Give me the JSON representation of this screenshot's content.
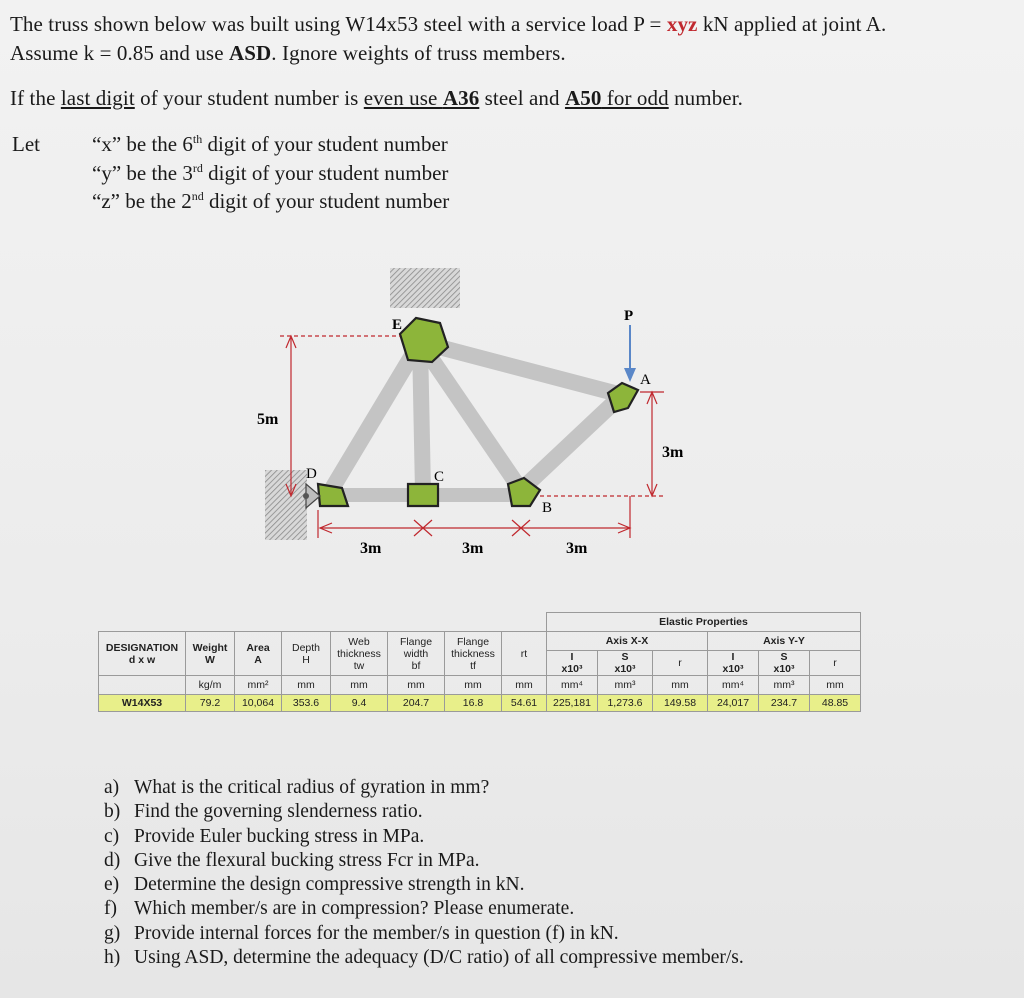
{
  "problem": {
    "line1_a": "The truss shown below was built using W14x53 steel with a service load P = ",
    "line1_xyz": "xyz",
    "line1_b": " kN applied at joint A.",
    "line2_a": "Assume k = 0.85 and use ",
    "line2_asd": "ASD",
    "line2_b": ". Ignore weights of truss members.",
    "line3_a": "If the ",
    "line3_last_digit": "last digit",
    "line3_b": " of your student number is ",
    "line3_even": "even use ",
    "line3_a36": "A36",
    "line3_c": " steel and ",
    "line3_a50": "A50",
    "line3_odd": " for odd",
    "line3_d": " number.",
    "let_label": "Let",
    "let_x": "“x” be the 6th digit of your student number",
    "let_x_pre": "“x” be the 6",
    "let_x_sup": "th",
    "let_x_post": " digit of your student number",
    "let_y_pre": "“y” be the 3",
    "let_y_sup": "rd",
    "let_y_post": " digit of your student number",
    "let_z_pre": "“z” be the 2",
    "let_z_sup": "nd",
    "let_z_post": " digit of your student number"
  },
  "truss": {
    "joints": {
      "a": "A",
      "b": "B",
      "c": "C",
      "d": "D",
      "e": "E"
    },
    "load_label": "P",
    "dim_height_left": "5m",
    "dim_height_right": "3m",
    "spans": [
      "3m",
      "3m",
      "3m"
    ],
    "colors": {
      "gusset": "#8db53a",
      "member": "#c8c8c8",
      "dimension": "#c0282e"
    }
  },
  "table": {
    "group_header": "Elastic Properties",
    "axis_xx": "Axis X-X",
    "axis_yy": "Axis Y-Y",
    "designation": "DESIGNATION",
    "designation_sub": "d x w",
    "cols": [
      {
        "name": "Weight",
        "sym": "W",
        "unit": "kg/m"
      },
      {
        "name": "Area",
        "sym": "A",
        "unit": "mm²"
      },
      {
        "name": "Depth",
        "sym": "H",
        "unit": "mm"
      },
      {
        "name": "Web thickness",
        "sym": "tw",
        "unit": "mm"
      },
      {
        "name": "Flange width",
        "sym": "bf",
        "unit": "mm"
      },
      {
        "name": "Flange thickness",
        "sym": "tf",
        "unit": "mm"
      },
      {
        "name": "",
        "sym": "rt",
        "unit": "mm"
      },
      {
        "name": "",
        "sym": "I",
        "mult": "x10³",
        "unit": "mm⁴"
      },
      {
        "name": "",
        "sym": "S",
        "mult": "x10³",
        "unit": "mm³"
      },
      {
        "name": "",
        "sym": "r",
        "unit": "mm"
      },
      {
        "name": "",
        "sym": "I",
        "mult": "x10³",
        "unit": "mm⁴"
      },
      {
        "name": "",
        "sym": "S",
        "mult": "x10³",
        "unit": "mm³"
      },
      {
        "name": "",
        "sym": "r",
        "unit": "mm"
      }
    ],
    "row": {
      "designation": "W14X53",
      "values": [
        "79.2",
        "10,064",
        "353.6",
        "9.4",
        "204.7",
        "16.8",
        "54.61",
        "225,181",
        "1,273.6",
        "149.58",
        "24,017",
        "234.7",
        "48.85"
      ]
    }
  },
  "questions": [
    {
      "letter": "a)",
      "text": "What is the critical radius of gyration in mm?"
    },
    {
      "letter": "b)",
      "text": "Find the governing slenderness ratio."
    },
    {
      "letter": "c)",
      "text": "Provide Euler bucking stress in MPa."
    },
    {
      "letter": "d)",
      "text": "Give the flexural bucking stress Fcr in MPa."
    },
    {
      "letter": "e)",
      "text": "Determine the design compressive strength in kN."
    },
    {
      "letter": "f)",
      "text": "Which member/s are in compression? Please enumerate."
    },
    {
      "letter": "g)",
      "text": "Provide internal forces for the member/s in question (f) in kN."
    },
    {
      "letter": "h)",
      "text": "Using ASD, determine the adequacy (D/C ratio) of all compressive member/s."
    }
  ]
}
